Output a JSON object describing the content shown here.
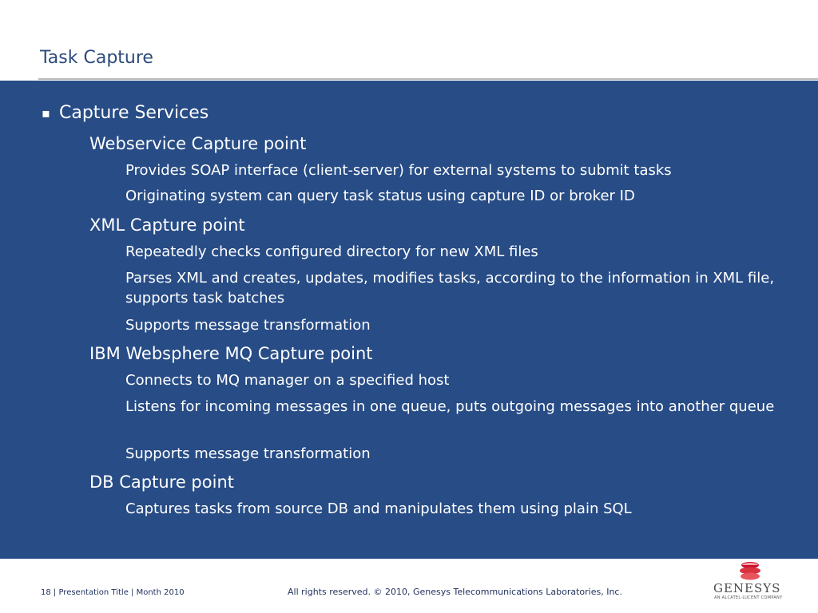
{
  "slide": {
    "title": "Task Capture"
  },
  "content": {
    "heading": {
      "bullet": "▪",
      "label": "Capture Services"
    },
    "sections": [
      {
        "title": "Webservice Capture point",
        "items": [
          "Provides SOAP interface (client-server) for external systems to submit tasks",
          "Originating system can query task status using capture ID or broker ID"
        ]
      },
      {
        "title": "XML Capture point",
        "items": [
          "Repeatedly checks configured directory for new XML files",
          "Parses XML and creates, updates, modifies tasks, according to the information in XML file, supports task batches",
          "Supports message transformation"
        ]
      },
      {
        "title": "IBM Websphere MQ Capture point",
        "items": [
          "Connects to MQ manager on a specified host",
          "Listens for incoming messages in one queue, puts outgoing messages into another queue",
          "Supports message transformation"
        ]
      },
      {
        "title": "DB Capture point",
        "items": [
          "Captures tasks from source DB and manipulates them using plain SQL"
        ]
      }
    ]
  },
  "footer": {
    "slide_info": "18 | Presentation Title | Month 2010",
    "copyright": "All rights reserved. © 2010, Genesys Telecommunications Laboratories, Inc."
  },
  "logo": {
    "wordmark": "GENESYS",
    "tagline": "AN ALCATEL·LUCENT COMPANY",
    "icon": "genesys-logo-icon"
  },
  "colors": {
    "panel_background": "#274c86",
    "title_text": "#2b4a7c",
    "logo_red": "#c8102e"
  }
}
